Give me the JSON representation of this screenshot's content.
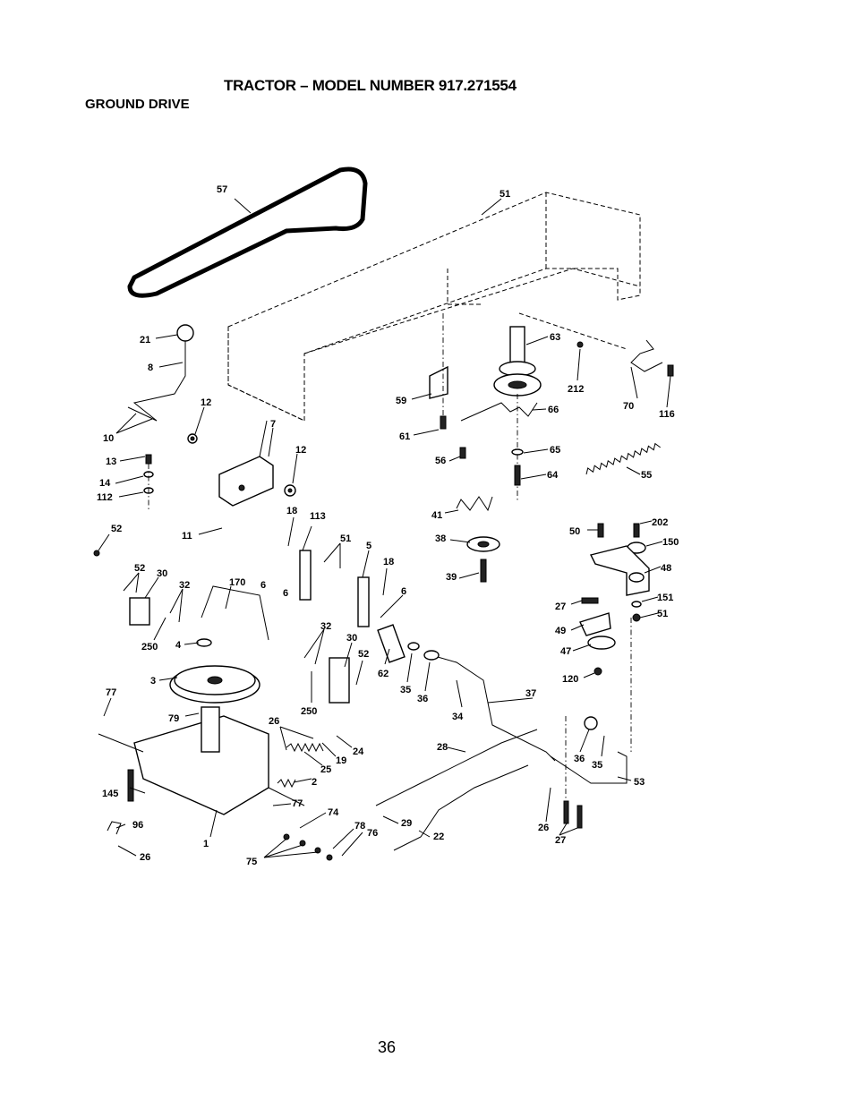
{
  "header": {
    "title": "TRACTOR – MODEL NUMBER 917.271554",
    "section": "GROUND DRIVE"
  },
  "callouts": {
    "c57": "57",
    "c51a": "51",
    "c21": "21",
    "c8": "8",
    "c12a": "12",
    "c7": "7",
    "c10": "10",
    "c13": "13",
    "c14": "14",
    "c112": "112",
    "c12b": "12",
    "c59": "59",
    "c61": "61",
    "c56": "56",
    "c63": "63",
    "c212": "212",
    "c70": "70",
    "c116": "116",
    "c66": "66",
    "c65": "65",
    "c64": "64",
    "c55": "55",
    "c41": "41",
    "c38": "38",
    "c39": "39",
    "c52a": "52",
    "c11": "11",
    "c18a": "18",
    "c113": "113",
    "c51b": "51",
    "c5": "5",
    "c18b": "18",
    "c6a": "6",
    "c6b": "6",
    "c6c": "6",
    "c52b": "52",
    "c30a": "30",
    "c32a": "32",
    "c170": "170",
    "c250a": "250",
    "c4": "4",
    "c3": "3",
    "c77a": "77",
    "c79": "79",
    "c32b": "32",
    "c30b": "30",
    "c52c": "52",
    "c62": "62",
    "c35a": "35",
    "c36a": "36",
    "c34": "34",
    "c37": "37",
    "c250b": "250",
    "c26a": "26",
    "c24": "24",
    "c19": "19",
    "c25": "25",
    "c2": "2",
    "c28": "28",
    "c145": "145",
    "c77b": "77",
    "c74": "74",
    "c96": "96",
    "c1": "1",
    "c78": "78",
    "c76": "76",
    "c29": "29",
    "c22": "22",
    "c75": "75",
    "c26b": "26",
    "c50": "50",
    "c202": "202",
    "c150": "150",
    "c48": "48",
    "c27a": "27",
    "c151": "151",
    "c51c": "51",
    "c49": "49",
    "c47": "47",
    "c120": "120",
    "c36b": "36",
    "c35b": "35",
    "c53": "53",
    "c26c": "26",
    "c27b": "27"
  },
  "footer": {
    "page_number": "36"
  }
}
